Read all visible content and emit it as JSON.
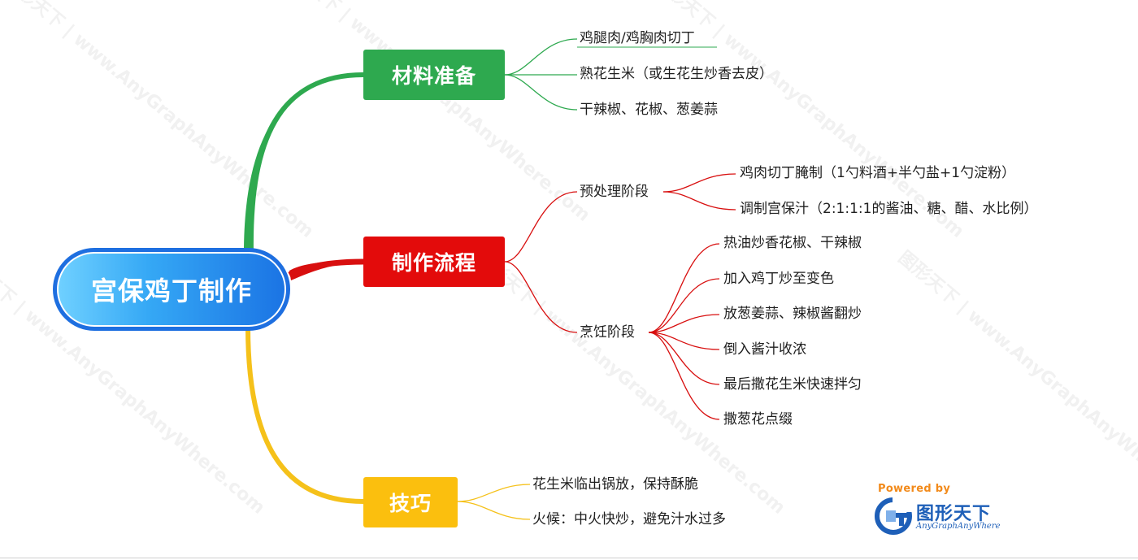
{
  "root": {
    "label": "宫保鸡丁制作",
    "color": "#1e6fe0"
  },
  "branches": {
    "materials": {
      "label": "材料准备",
      "color": "#2ea94f",
      "items": [
        "鸡腿肉/鸡胸肉切丁",
        "熟花生米（或生花生炒香去皮）",
        "干辣椒、花椒、葱姜蒜"
      ]
    },
    "process": {
      "label": "制作流程",
      "color": "#e30b0b",
      "prep": {
        "label": "预处理阶段",
        "items": [
          "鸡肉切丁腌制（1勺料酒+半勺盐+1勺淀粉）",
          "调制宫保汁（2:1:1:1的酱油、糖、醋、水比例）"
        ]
      },
      "cook": {
        "label": "烹饪阶段",
        "items": [
          "热油炒香花椒、干辣椒",
          "加入鸡丁炒至变色",
          "放葱姜蒜、辣椒酱翻炒",
          "倒入酱汁收浓",
          "最后撒花生米快速拌匀",
          "撒葱花点缀"
        ]
      }
    },
    "tips": {
      "label": "技巧",
      "color": "#fbbf0e",
      "items": [
        "花生米临出锅放，保持酥脆",
        "火候：中火快炒，避免汁水过多"
      ]
    }
  },
  "watermark": "图形天下 | www.AnyGraphAnyWhere.com",
  "logo": {
    "powered_by": "Powered by",
    "name": "图形天下",
    "subtitle": "AnyGraphAnyWhere",
    "mark_color": "#1e5fb8",
    "powered_color": "#f28a1a"
  }
}
